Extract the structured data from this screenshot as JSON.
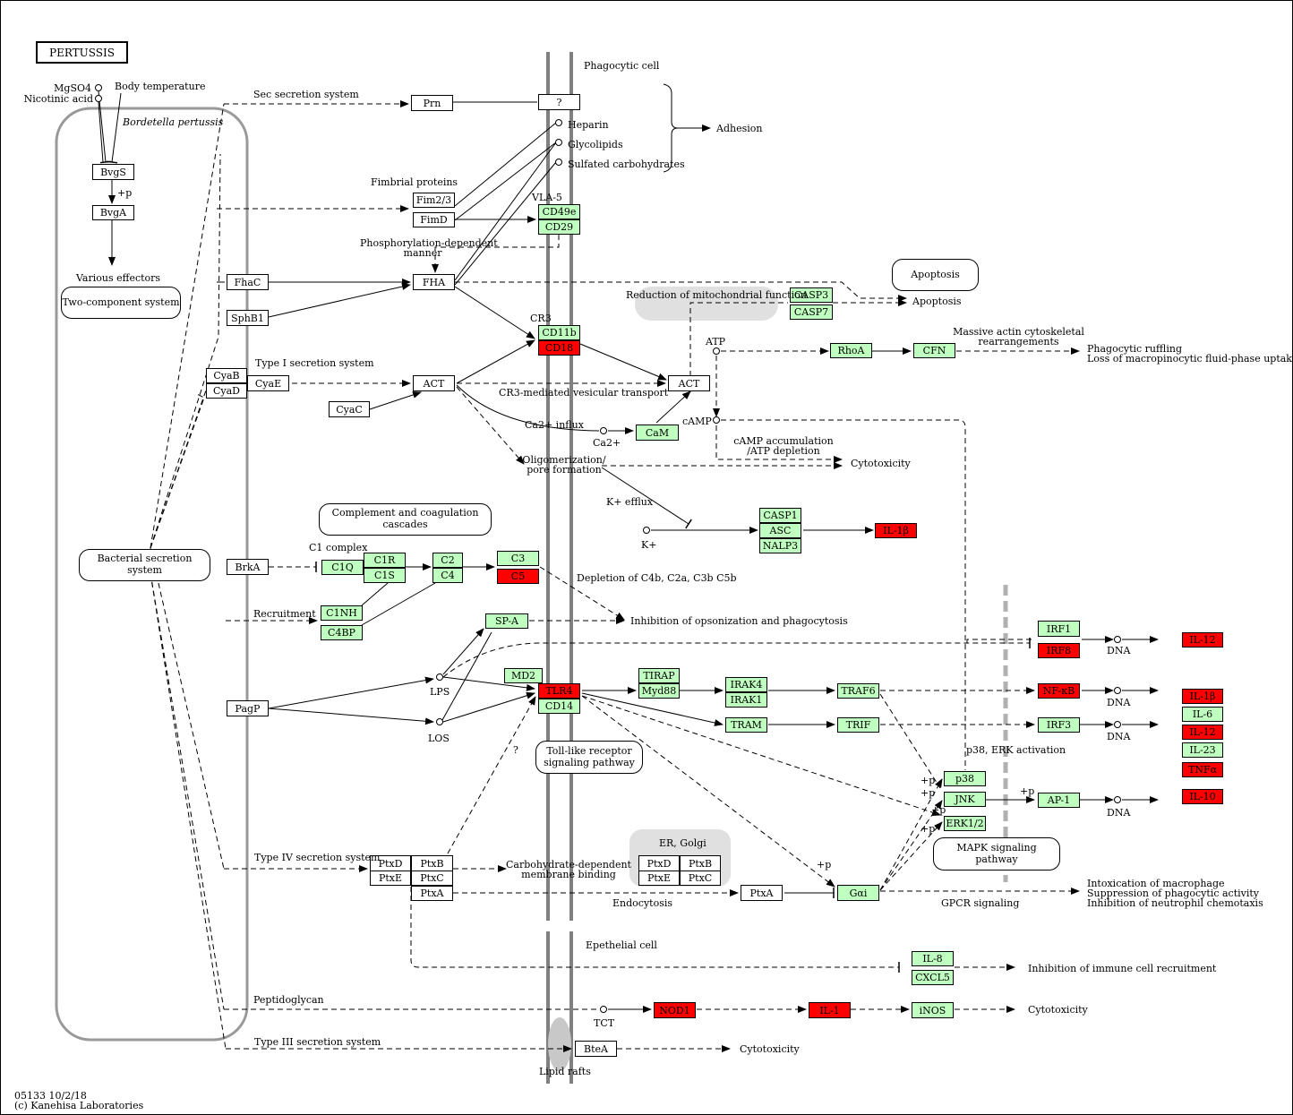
{
  "title": "PERTUSSIS",
  "footer": {
    "line1": "05133 10/2/18",
    "line2": "(c) Kanehisa Laboratories"
  },
  "colors": {
    "gene_fill": "#bfffbf",
    "upregulated_fill": "#ff0000",
    "membrane": "#808080",
    "compartment": "#999999"
  },
  "white_boxes": {
    "bvgs": "BvgS",
    "bvga": "BvgA",
    "prn": "Prn",
    "unknown": "?",
    "fim23": "Fim2/3",
    "fimd": "FimD",
    "fhac": "FhaC",
    "fha": "FHA",
    "sphb1": "SphB1",
    "cyab": "CyaB",
    "cyad": "CyaD",
    "cyae": "CyaE",
    "act_left": "ACT",
    "cyac": "CyaC",
    "act_right": "ACT",
    "brka": "BrkA",
    "pagp": "PagP",
    "ptxd": "PtxD",
    "ptxb": "PtxB",
    "ptxe": "PtxE",
    "ptxc": "PtxC",
    "ptxa": "PtxA",
    "ptxd2": "PtxD",
    "ptxb2": "PtxB",
    "ptxe2": "PtxE",
    "ptxc2": "PtxC",
    "ptxa2": "PtxA",
    "btea": "BteA"
  },
  "green_boxes": {
    "cd49e": "CD49e",
    "cd29": "CD29",
    "cd11b": "CD11b",
    "casp3": "CASP3",
    "casp7": "CASP7",
    "rhoa": "RhoA",
    "cfn": "CFN",
    "cam": "CaM",
    "casp1": "CASP1",
    "asc": "ASC",
    "nalp3": "NALP3",
    "c1r": "C1R",
    "c1q": "C1Q",
    "c1s": "C1S",
    "c2": "C2",
    "c4": "C4",
    "c3": "C3",
    "c1nh": "C1NH",
    "c4bp": "C4BP",
    "spa": "SP-A",
    "md2": "MD2",
    "cd14": "CD14",
    "tirap": "TIRAP",
    "myd88": "Myd88",
    "irak4": "IRAK4",
    "irak1": "IRAK1",
    "traf6": "TRAF6",
    "tram": "TRAM",
    "trif": "TRIF",
    "irf1": "IRF1",
    "irf3": "IRF3",
    "p38": "p38",
    "jnk": "JNK",
    "erk": "ERK1/2",
    "ap1": "AP-1",
    "gai": "Gαi",
    "il8": "IL-8",
    "cxcl5": "CXCL5",
    "inos": "iNOS",
    "il6": "IL-6",
    "il23": "IL-23"
  },
  "red_boxes": {
    "cd18": "CD18",
    "il1b_a": "IL-1β",
    "c5": "C5",
    "tlr4": "TLR4",
    "irf8": "IRF8",
    "nfkb": "NF-κB",
    "il12_a": "IL-12",
    "il1b_b": "IL-1β",
    "il12_b": "IL-12",
    "tnfa": "TNFα",
    "il10": "IL-10",
    "nod1": "NOD1",
    "il1": "IL-1"
  },
  "map_links": {
    "two_component": "Two-component system",
    "bacterial_secretion": "Bacterial secretion system",
    "apoptosis": "Apoptosis",
    "complement": "Complement and coagulation cascades",
    "tlr": "Toll-like receptor signaling pathway",
    "mapk": "MAPK signaling pathway",
    "er_golgi": "ER, Golgi"
  },
  "labels": {
    "mgso4": "MgSO4",
    "nicotinic": "Nicotinic acid",
    "body_temp": "Body temperature",
    "bordetella": "Bordetella pertussis",
    "plus_p": "+p",
    "various": "Various effectors",
    "sec_secretion": "Sec secretion system",
    "phagocytic_cell": "Phagocytic cell",
    "heparin": "Heparin",
    "glycolipids": "Glycolipids",
    "sulfated": "Sulfated carbohydrates",
    "adhesion": "Adhesion",
    "fimbrial": "Fimbrial proteins",
    "vla5": "VLA-5",
    "phos_dep_1": "Phosphorylation-dependent",
    "phos_dep_2": "manner",
    "reduction": "Reduction of mitochondrial function",
    "apoptosis2": "Apoptosis",
    "cr3": "CR3",
    "atp": "ATP",
    "massive1": "Massive actin cytoskeletal",
    "massive2": "rearrangements",
    "ruffling1": "Phagocytic ruffling",
    "ruffling2": "Loss of macropinocytic fluid-phase uptake",
    "type1": "Type I secretion system",
    "cr3_transport": "CR3-mediated vesicular transport",
    "camp": "cAMP",
    "ca_influx": "Ca2+ influx",
    "ca": "Ca2+",
    "camp_acc1": "cAMP accumulation",
    "camp_acc2": "/ATP depletion",
    "cytotoxicity1": "Cytotoxicity",
    "oligo1": "Oligomerization/",
    "oligo2": "pore formation",
    "k_efflux": "K+ efflux",
    "k": "K+",
    "c1complex": "C1 complex",
    "depletion": "Depletion of C4b, C2a, C3b C5b",
    "recruitment": "Recruitment",
    "inhibition_opson": "Inhibition of opsonization and phagocytosis",
    "dna1": "DNA",
    "dna2": "DNA",
    "dna3": "DNA",
    "dna4": "DNA",
    "lps": "LPS",
    "los": "LOS",
    "qmark": "?",
    "p38erk": "p38, ERK activation",
    "type4": "Type IV secretion system",
    "carb1": "Carbohydrate-dependent",
    "carb2": "membrane binding",
    "endocytosis": "Endocytosis",
    "gpcr": "GPCR signaling",
    "intox1": "Intoxication of macrophage",
    "intox2": "Suppression of phagocytic activity",
    "intox3": "Inhibition of neutrophil chemotaxis",
    "epithelial": "Epethelial cell",
    "inhib_immune": "Inhibition of immune cell recruitment",
    "peptidoglycan": "Peptidoglycan",
    "tct": "TCT",
    "cytotoxicity2": "Cytotoxicity",
    "type3": "Type III secretion system",
    "cytotoxicity3": "Cytotoxicity",
    "lipid": "Lipid rafts"
  }
}
